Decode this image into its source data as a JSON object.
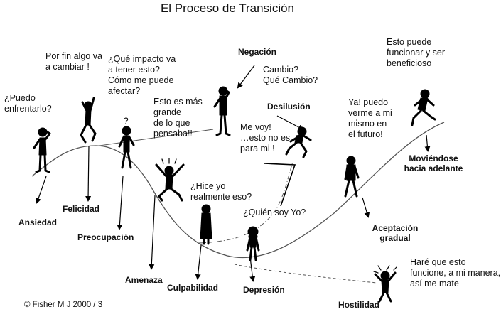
{
  "title": "El Proceso de Transición",
  "copyright": "© Fisher M J 2000 / 3",
  "quotes": {
    "puedo_enfrentarlo": "¿Puedo\nenfrentarlo?",
    "por_fin": "Por fin algo va\na cambiar !",
    "que_impacto": "¿Qué impacto va\na tener esto?\nCómo me puede\nafectar?",
    "esto_es_mas_grande": "Esto es más\ngrande\nde lo que\npensaba!!",
    "cambio": "Cambio?\nQué Cambio?",
    "me_voy": "Me voy!\n…esto no es\npara mi !",
    "hice_yo": "¿Hice yo\nrealmente eso?",
    "quien_soy": "¿Quién soy Yo?",
    "ya_puedo": "Ya!  puedo\nverme a mi\nmismo en\nel futuro!",
    "esto_puede": "Esto puede\nfuncionar y ser\nbeneficioso",
    "hare_que": "Haré que esto\nfuncione, a mi manera,\nasí  me mate"
  },
  "stages": {
    "ansiedad": "Ansiedad",
    "felicidad": "Felicidad",
    "preocupacion": "Preocupación",
    "amenaza": "Amenaza",
    "culpabilidad": "Culpabilidad",
    "depresion": "Depresión",
    "negacion": "Negación",
    "desilusion": "Desilusión",
    "aceptacion": "Aceptación\ngradual",
    "moviendose": "Moviéndose\nhacia adelante",
    "hostilidad": "Hostilidad"
  }
}
